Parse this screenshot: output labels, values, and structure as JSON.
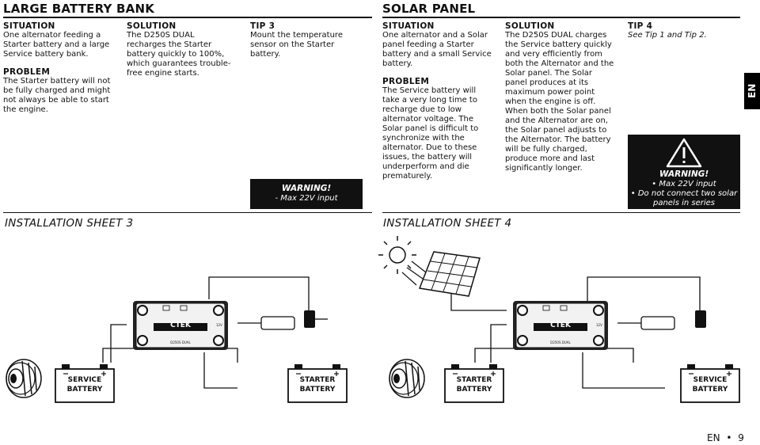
{
  "left": {
    "title": "LARGE BATTERY BANK",
    "situation": {
      "heading": "SITUATION",
      "text": "One alternator feeding a Starter battery and a large Service battery bank."
    },
    "problem": {
      "heading": "PROBLEM",
      "text": "The Starter battery will not be fully charged and might not always be able to start the engine."
    },
    "solution": {
      "heading": "SOLUTION",
      "text": "The D250S DUAL recharges the Starter battery quickly to 100%, which guarantees trouble-free engine starts."
    },
    "tip": {
      "heading": "TIP 3",
      "text": "Mount the temperature sensor on the Starter battery."
    },
    "warning": {
      "title": "WARNING!",
      "line": "- Max 22V input"
    },
    "sheet": "INSTALLATION SHEET 3",
    "battery_left": [
      "SERVICE",
      "BATTERY"
    ],
    "battery_right": [
      "STARTER",
      "BATTERY"
    ]
  },
  "right": {
    "title": "SOLAR PANEL",
    "situation": {
      "heading": "SITUATION",
      "text": "One alternator and a Solar panel feeding a Starter battery and a small Service battery."
    },
    "problem": {
      "heading": "PROBLEM",
      "text": "The Service battery will take a very long time to recharge due to low alternator voltage. The Solar panel is difficult to synchronize with the alternator. Due to these issues, the battery will underperform and die prematurely."
    },
    "solution": {
      "heading": "SOLUTION",
      "text": "The D250S DUAL charges the Service battery quickly and very efficiently from both the Alternator and the Solar panel. The Solar panel produces at its maximum power point when the engine is off. When both the Solar panel and the Alternator are on, the Solar panel adjusts to the Alternator. The battery will be fully charged, produce more and last significantly longer."
    },
    "tip": {
      "heading": "TIP 4",
      "text": "See Tip 1 and Tip 2."
    },
    "warning": {
      "title": "WARNING!",
      "line1": "• Max 22V input",
      "line2": "• Do not connect two solar",
      "line3": "panels in series"
    },
    "sheet": "INSTALLATION SHEET 4",
    "battery_left": [
      "STARTER",
      "BATTERY"
    ],
    "battery_right": [
      "SERVICE",
      "BATTERY"
    ]
  },
  "device": {
    "brand": "CTEK",
    "model": "D250S DUAL",
    "voltage": "12V"
  },
  "side_tab": "EN",
  "footer": {
    "lang": "EN",
    "bullet": "•",
    "page": "9"
  }
}
